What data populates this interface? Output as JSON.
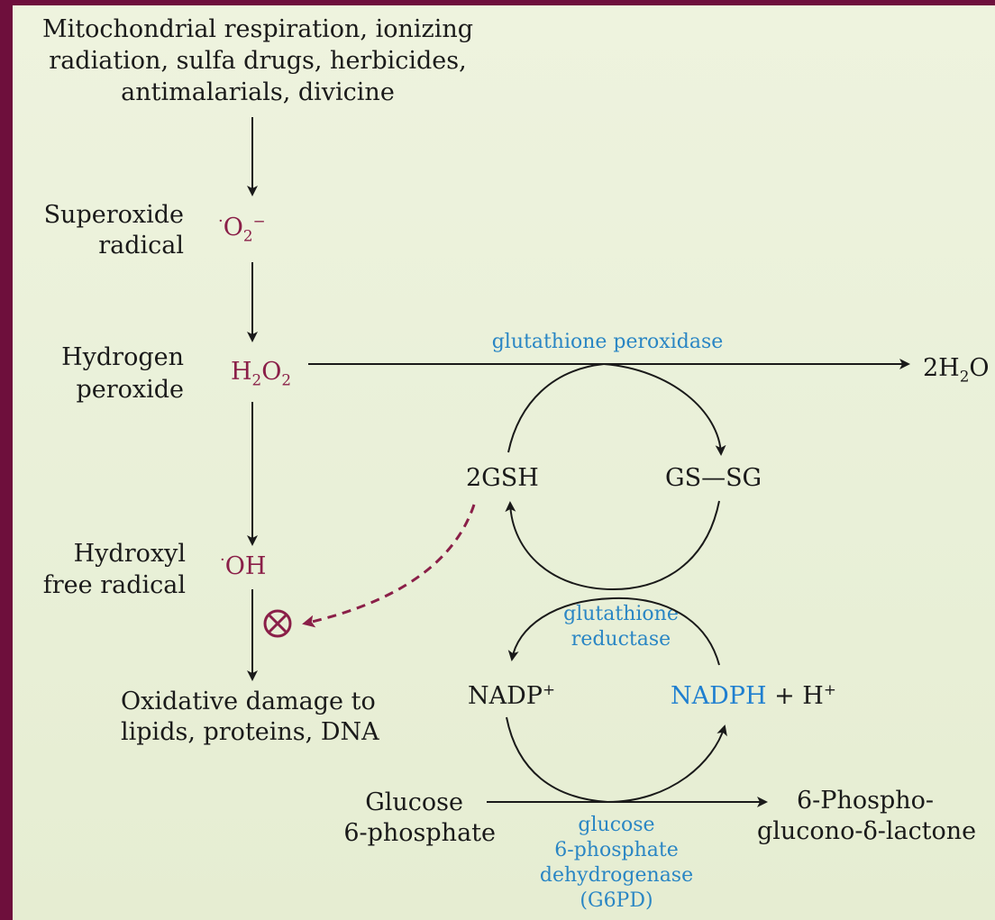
{
  "sources": {
    "line1": "Mitochondrial respiration, ionizing",
    "line2": "radiation, sulfa drugs, herbicides,",
    "line3": "antimalarials, divicine"
  },
  "superoxide": {
    "label1": "Superoxide",
    "label2": "radical",
    "formula": "O",
    "sub": "2",
    "sup": "−"
  },
  "hydrogen_peroxide": {
    "label1": "Hydrogen",
    "label2": "peroxide",
    "h": "H",
    "h_sub": "2",
    "o": "O",
    "o_sub": "2"
  },
  "hydroxyl": {
    "label1": "Hydroxyl",
    "label2": "free radical",
    "formula": "OH"
  },
  "damage": {
    "line1": "Oxidative damage to",
    "line2": "lipids, proteins, DNA"
  },
  "enzymes": {
    "glutathione_peroxidase": "glutathione peroxidase",
    "glutathione_reductase_1": "glutathione",
    "glutathione_reductase_2": "reductase",
    "g6pd_1": "glucose",
    "g6pd_2": "6-phosphate",
    "g6pd_3": "dehydrogenase",
    "g6pd_4": "(G6PD)"
  },
  "water": {
    "prefix": "2H",
    "sub": "2",
    "suffix": "O"
  },
  "gsh": "2GSH",
  "gssg": "GS—SG",
  "nadp": {
    "text": "NADP",
    "sup": "+"
  },
  "nadph": {
    "text": "NADPH",
    "rest": " + H",
    "sup": "+"
  },
  "glucose6p": {
    "line1": "Glucose",
    "line2": "6-phosphate"
  },
  "lactone": {
    "line1": "6-Phospho-",
    "line2": "glucono-δ-lactone"
  },
  "colors": {
    "background": "#6e0f3c",
    "page": "#eef3de",
    "species": "#8a1f48",
    "enzyme": "#2a86c4",
    "ink": "#1a1a1a"
  }
}
